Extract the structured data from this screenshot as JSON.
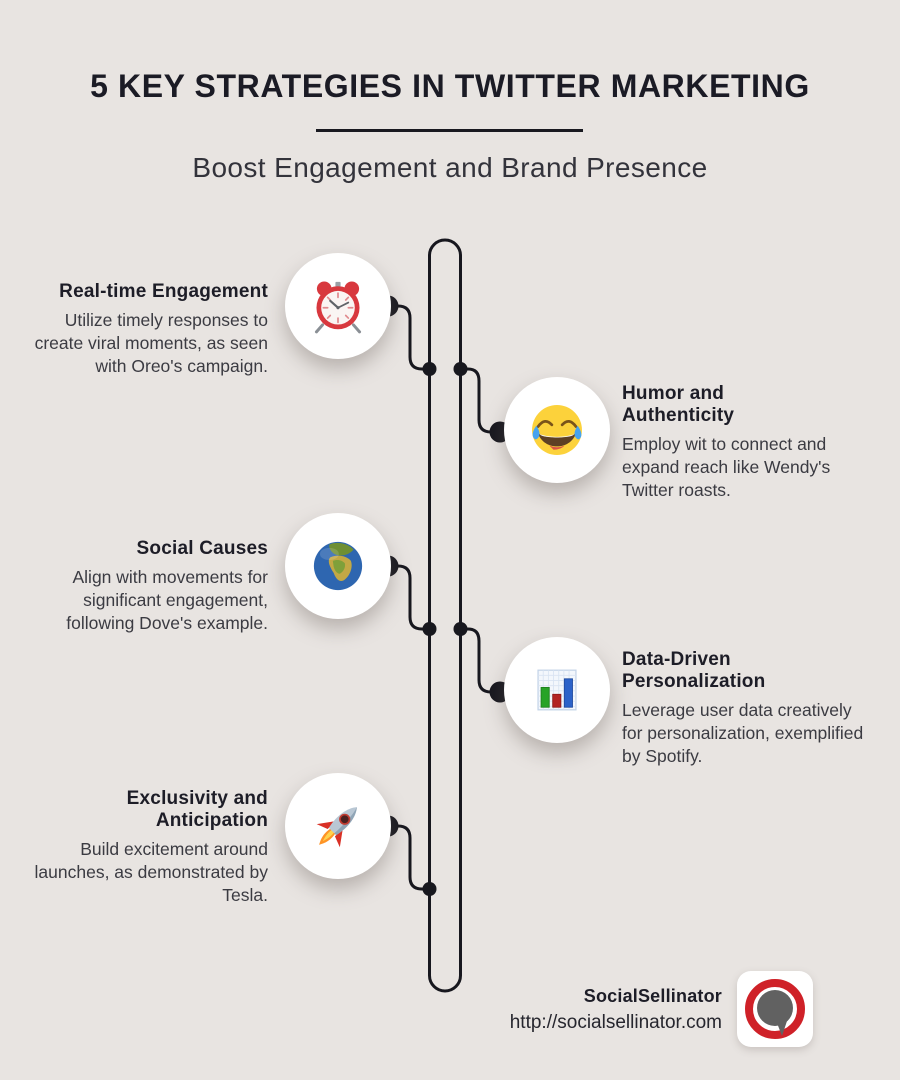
{
  "page": {
    "background_color": "#e8e4e1"
  },
  "header": {
    "title": "5 KEY STRATEGIES IN TWITTER MARKETING",
    "subtitle": "Boost Engagement and Brand Presence"
  },
  "timeline": {
    "line_color": "#17171e"
  },
  "items": [
    {
      "side": "left",
      "icon": "alarm-clock-icon",
      "title": "Real-time Engagement",
      "description": "Utilize timely responses to create viral moments, as seen with Oreo's campaign."
    },
    {
      "side": "right",
      "icon": "laughing-tears-icon",
      "title": "Humor and Authenticity",
      "description": "Employ wit to connect and expand reach like Wendy's Twitter roasts."
    },
    {
      "side": "left",
      "icon": "globe-icon",
      "title": "Social Causes",
      "description": "Align with movements for significant engagement, following Dove's example."
    },
    {
      "side": "right",
      "icon": "bar-chart-icon",
      "title": "Data-Driven Personalization",
      "description": "Leverage user data creatively for personalization, exemplified by Spotify."
    },
    {
      "side": "left",
      "icon": "rocket-icon",
      "title": "Exclusivity and Anticipation",
      "description": "Build excitement around launches, as demonstrated by Tesla."
    }
  ],
  "footer": {
    "brand": "SocialSellinator",
    "url": "http://socialsellinator.com",
    "logo_ring_color": "#cf2128",
    "logo_bubble_color": "#616161"
  }
}
